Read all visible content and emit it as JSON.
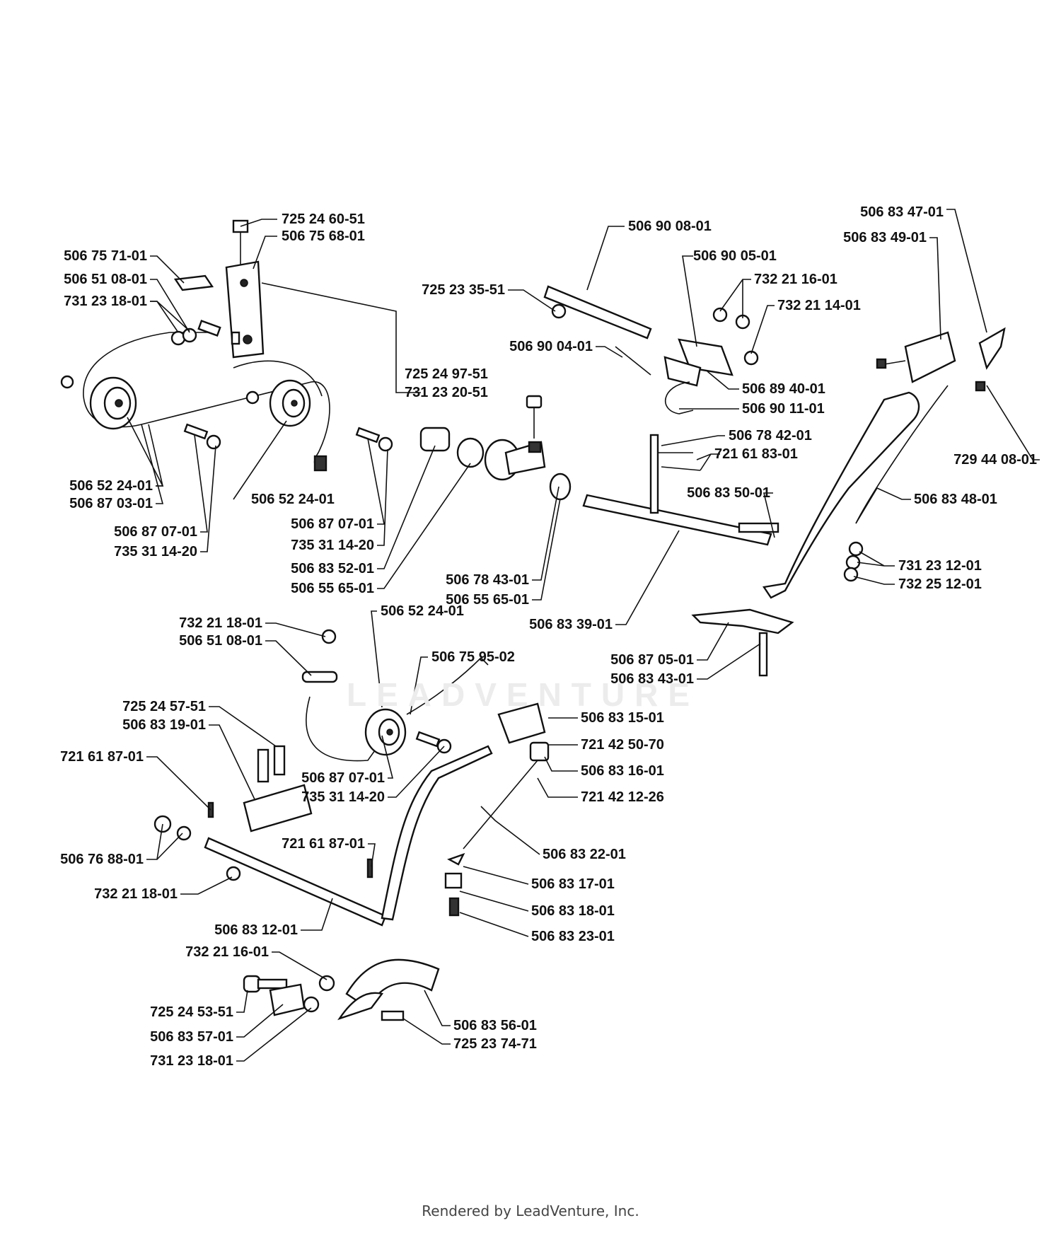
{
  "diagram": {
    "watermark": "LEADVENTURE",
    "footer": "Rendered by LeadVenture, Inc.",
    "callouts": [
      {
        "id": "c01",
        "text": "725 24 60-51"
      },
      {
        "id": "c02",
        "text": "506 75 68-01"
      },
      {
        "id": "c03",
        "text": "506 75 71-01"
      },
      {
        "id": "c04",
        "text": "506 51 08-01"
      },
      {
        "id": "c05",
        "text": "731 23 18-01"
      },
      {
        "id": "c06",
        "text": "506 52 24-01"
      },
      {
        "id": "c07",
        "text": "506 87 03-01"
      },
      {
        "id": "c08",
        "text": "506 87 07-01"
      },
      {
        "id": "c09",
        "text": "735 31 14-20"
      },
      {
        "id": "c10",
        "text": "506 52 24-01"
      },
      {
        "id": "c11",
        "text": "506 87 07-01"
      },
      {
        "id": "c12",
        "text": "735 31 14-20"
      },
      {
        "id": "c13",
        "text": "506 83 52-01"
      },
      {
        "id": "c14",
        "text": "506 55 65-01"
      },
      {
        "id": "c15",
        "text": "725 24 97-51"
      },
      {
        "id": "c16",
        "text": "731 23 20-51"
      },
      {
        "id": "c17",
        "text": "725 23 35-51"
      },
      {
        "id": "c18",
        "text": "506 90 04-01"
      },
      {
        "id": "c19",
        "text": "506 90 08-01"
      },
      {
        "id": "c20",
        "text": "506 90 05-01"
      },
      {
        "id": "c21",
        "text": "732 21 16-01"
      },
      {
        "id": "c22",
        "text": "732 21 14-01"
      },
      {
        "id": "c23",
        "text": "506 89 40-01"
      },
      {
        "id": "c24",
        "text": "506 90 11-01"
      },
      {
        "id": "c25",
        "text": "506 83 47-01"
      },
      {
        "id": "c26",
        "text": "506 83 49-01"
      },
      {
        "id": "c27",
        "text": "729 44 08-01"
      },
      {
        "id": "c28",
        "text": "506 78 42-01"
      },
      {
        "id": "c29",
        "text": "721 61 83-01"
      },
      {
        "id": "c30",
        "text": "506 83 50-01"
      },
      {
        "id": "c31",
        "text": "506 83 48-01"
      },
      {
        "id": "c32",
        "text": "731 23 12-01"
      },
      {
        "id": "c33",
        "text": "732 25 12-01"
      },
      {
        "id": "c34",
        "text": "506 78 43-01"
      },
      {
        "id": "c35",
        "text": "506 55 65-01"
      },
      {
        "id": "c36",
        "text": "506 83 39-01"
      },
      {
        "id": "c37",
        "text": "506 87 05-01"
      },
      {
        "id": "c38",
        "text": "506 83 43-01"
      },
      {
        "id": "c39",
        "text": "732 21 18-01"
      },
      {
        "id": "c40",
        "text": "506 51 08-01"
      },
      {
        "id": "c41",
        "text": "506 52 24-01"
      },
      {
        "id": "c42",
        "text": "506 75 95-02"
      },
      {
        "id": "c43",
        "text": "725 24 57-51"
      },
      {
        "id": "c44",
        "text": "506 83 19-01"
      },
      {
        "id": "c45",
        "text": "721 61 87-01"
      },
      {
        "id": "c46",
        "text": "506 87 07-01"
      },
      {
        "id": "c47",
        "text": "735 31 14-20"
      },
      {
        "id": "c48",
        "text": "721 61 87-01"
      },
      {
        "id": "c49",
        "text": "506 76 88-01"
      },
      {
        "id": "c50",
        "text": "732 21 18-01"
      },
      {
        "id": "c51",
        "text": "506 83 12-01"
      },
      {
        "id": "c52",
        "text": "506 83 15-01"
      },
      {
        "id": "c53",
        "text": "721 42 50-70"
      },
      {
        "id": "c54",
        "text": "506 83 16-01"
      },
      {
        "id": "c55",
        "text": "721 42 12-26"
      },
      {
        "id": "c56",
        "text": "506 83 22-01"
      },
      {
        "id": "c57",
        "text": "506 83 17-01"
      },
      {
        "id": "c58",
        "text": "506 83 18-01"
      },
      {
        "id": "c59",
        "text": "506 83 23-01"
      },
      {
        "id": "c60",
        "text": "732 21 16-01"
      },
      {
        "id": "c61",
        "text": "725 24 53-51"
      },
      {
        "id": "c62",
        "text": "506 83 57-01"
      },
      {
        "id": "c63",
        "text": "731 23 18-01"
      },
      {
        "id": "c64",
        "text": "506 83 56-01"
      },
      {
        "id": "c65",
        "text": "725 23 74-71"
      }
    ]
  }
}
